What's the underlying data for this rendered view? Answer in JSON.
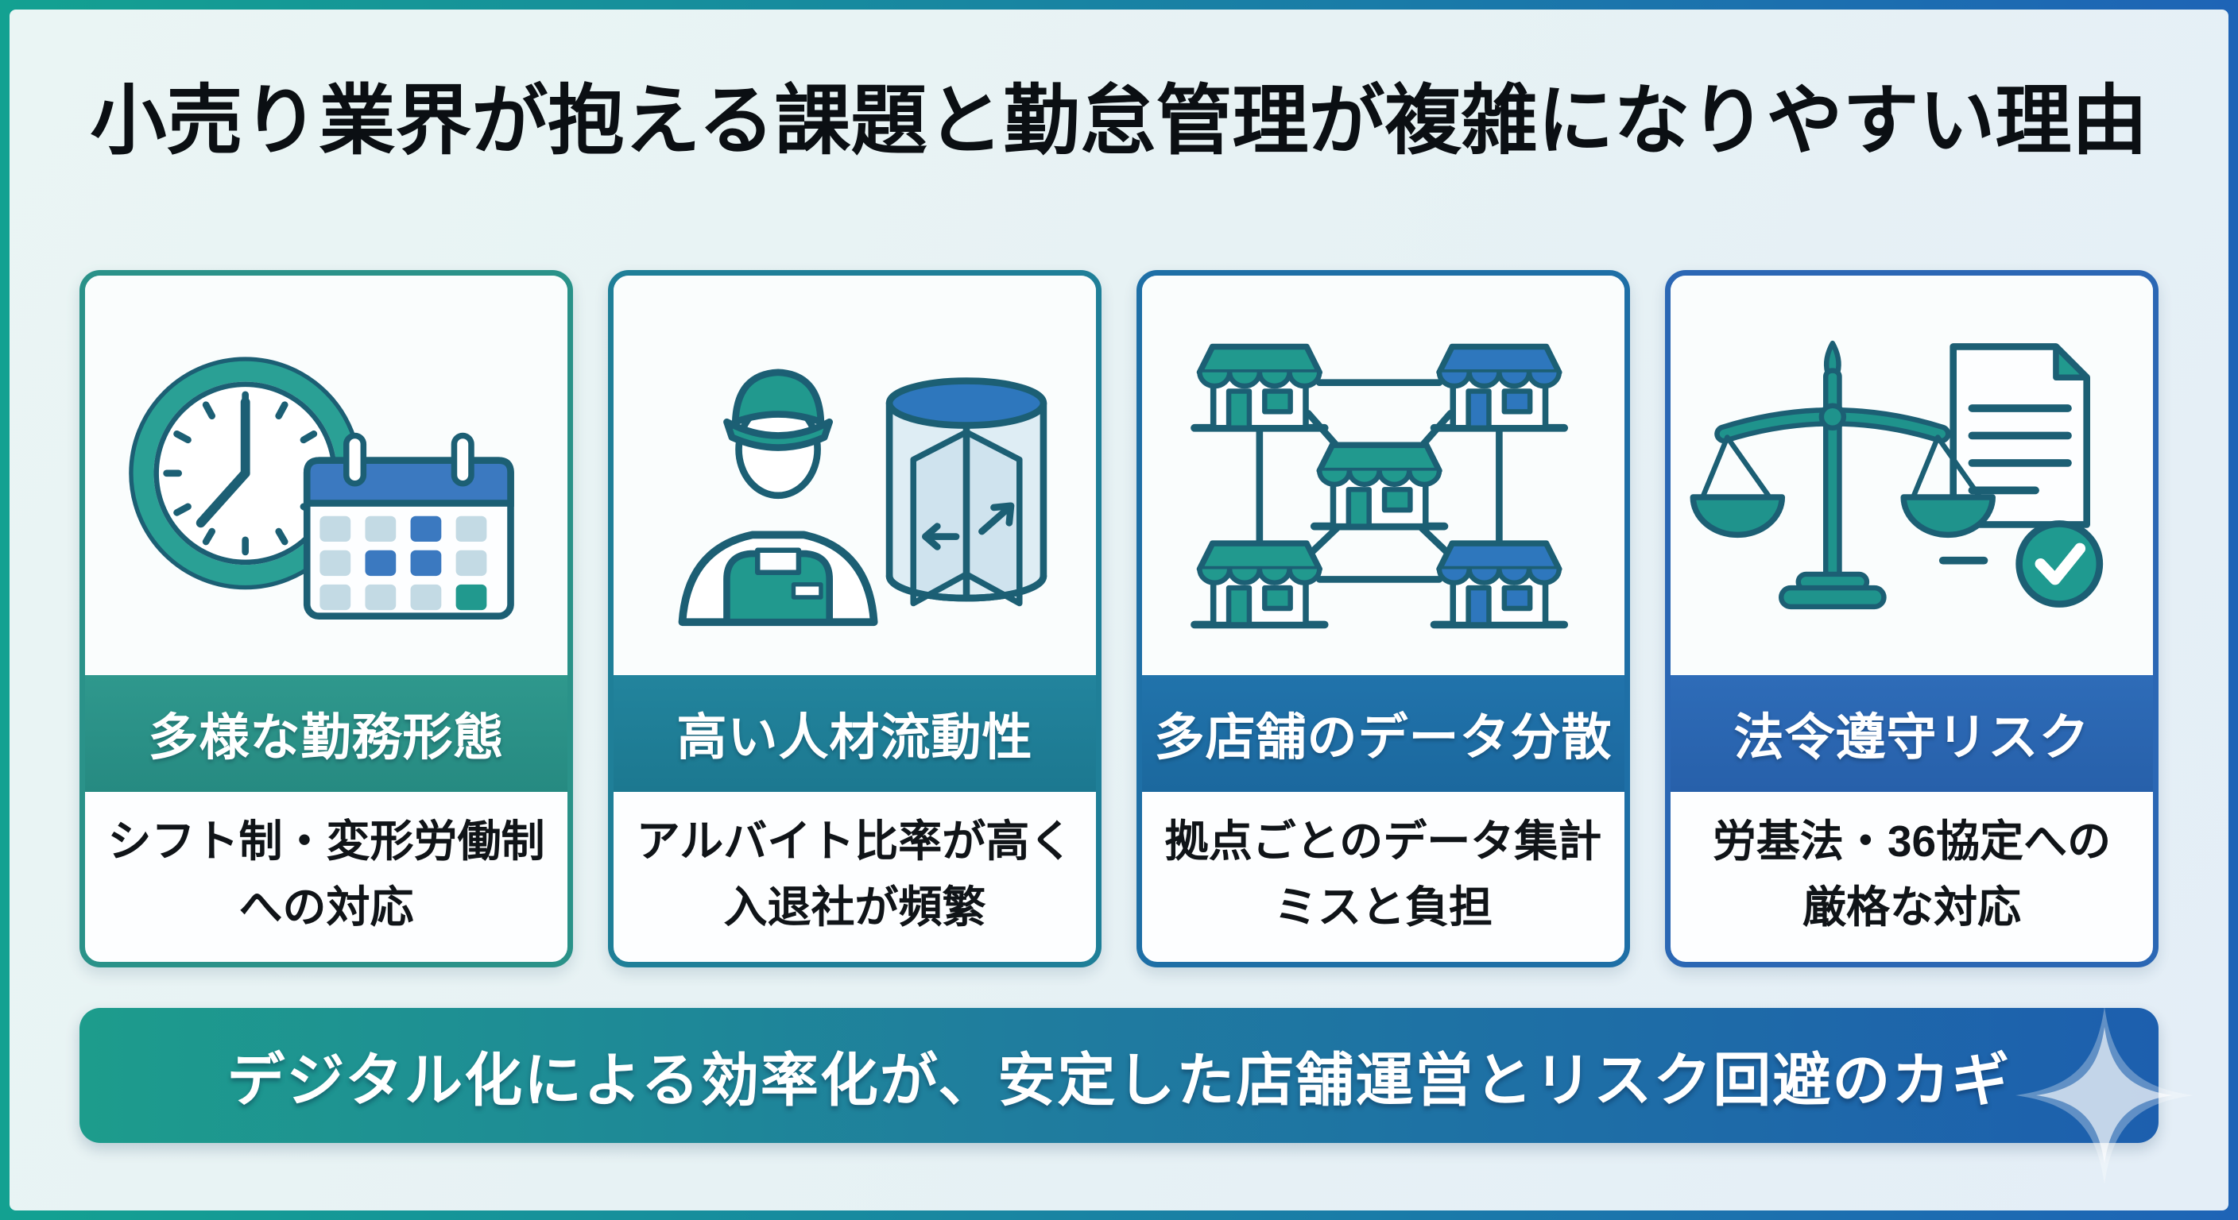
{
  "title": "小売り業界が抱える課題と勤怠管理が複雑になりやすい理由",
  "cards": [
    {
      "header": "多様な勤務形態",
      "body": [
        "シフト制・変形労働制",
        "への対応"
      ],
      "icon": "clock-calendar-icon",
      "accent_color": "#2a9289"
    },
    {
      "header": "高い人材流動性",
      "body": [
        "アルバイト比率が高く",
        "入退社が頻繁"
      ],
      "icon": "staff-turnstile-icon",
      "accent_color": "#1f7f98"
    },
    {
      "header": "多店舗のデータ分散",
      "body": [
        "拠点ごとのデータ集計",
        "ミスと負担"
      ],
      "icon": "store-network-icon",
      "accent_color": "#1e6fa6"
    },
    {
      "header": "法令遵守リスク",
      "body": [
        "労基法・36協定への",
        "厳格な対応"
      ],
      "icon": "scales-document-icon",
      "accent_color": "#2b67b4"
    }
  ],
  "banner": {
    "text": "デジタル化による効率化が、安定した店舗運営とリスク回避のカギ",
    "gradient_start": "#1d9c8c",
    "gradient_end": "#1d5fae"
  },
  "frame": {
    "border_gradient_start": "#13a191",
    "border_gradient_end": "#1e64b6",
    "background": "#e8f2f5"
  },
  "icon_colors": {
    "teal": "#21998e",
    "blue": "#2e77bd",
    "light_blue": "#c3dae4",
    "outline": "#1c5f74"
  }
}
